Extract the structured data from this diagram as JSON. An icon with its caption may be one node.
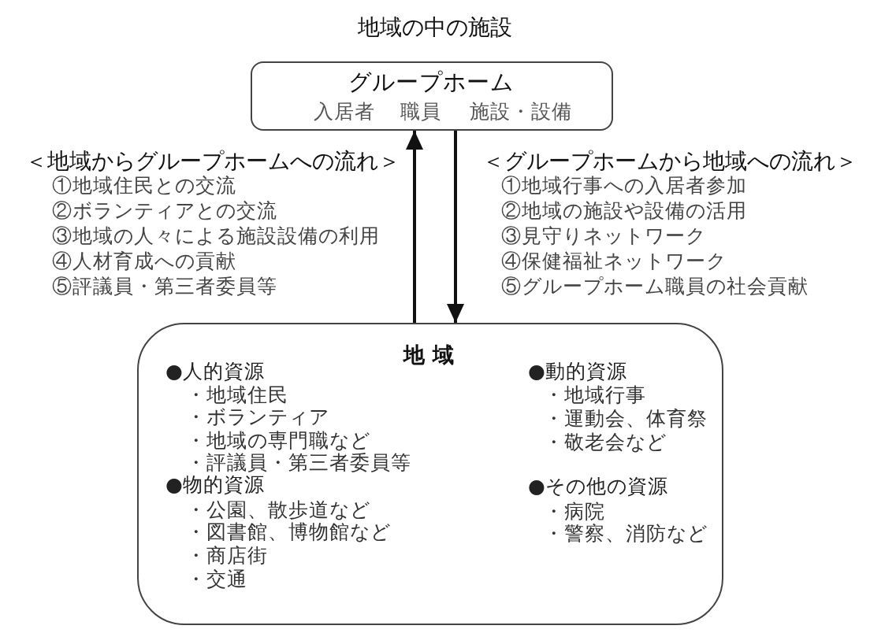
{
  "diagram": {
    "title": "地域の中の施設",
    "nodes": [
      {
        "text": [
          "グループホーム",
          "入居者",
          "職員",
          "施設・設備"
        ]
      },
      {
        "text": [
          "地 域",
          "●人的資源",
          "・地域住民",
          "・ボランティア",
          "・地域の専門職など",
          "・評議員・第三者委員等",
          "●物的資源",
          "・公園、散歩道など",
          "・図書館、博物館など",
          "・商店街",
          "・交通",
          "●動的資源",
          "・地域行事",
          "・運動会、体育祭",
          "・敬老会など",
          "●その他の資源",
          "・病院",
          "・警察、消防など"
        ]
      }
    ],
    "edges": [
      {
        "from": 1,
        "to": 0,
        "arrow": "to"
      },
      {
        "from": 0,
        "to": 1,
        "arrow": "to"
      }
    ],
    "labels": [
      "＜地域からグループホームへの流れ＞",
      "①地域住民との交流",
      "②ボランティアとの交流",
      "③地域の人々による施設設備の利用",
      "④人材育成への貢献",
      "⑤評議員・第三者委員等",
      "＜グループホームから地域への流れ＞",
      "①地域行事への入居者参加",
      "②地域の施設や設備の活用",
      "③見守りネットワーク",
      "④保健福祉ネットワーク",
      "⑤グループホーム職員の社会貢献"
    ]
  }
}
